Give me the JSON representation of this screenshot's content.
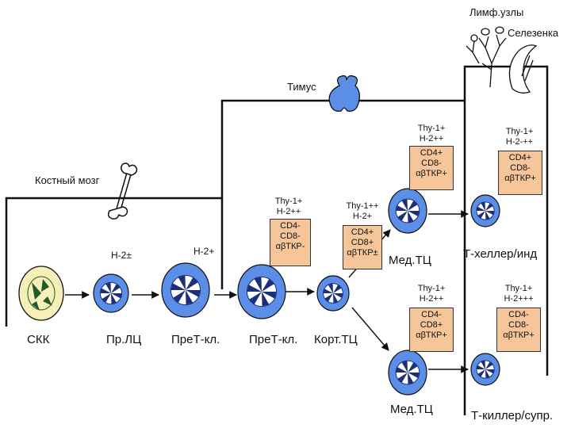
{
  "organs": {
    "lymph_nodes": "Лимф.узлы",
    "spleen": "Селезенка",
    "thymus": "Тимус",
    "bone_marrow": "Костный мозг"
  },
  "cells": {
    "skk": "СКК",
    "pr_lc": "Пр.ЛЦ",
    "pret1": "ПреТ-кл.",
    "pret2": "ПреТ-кл.",
    "kort": "Корт.ТЦ",
    "med_top": "Мед.ТЦ",
    "med_bottom": "Мед.ТЦ",
    "helper": "Т-хеллер/инд",
    "killer": "Т-киллер/супр."
  },
  "markers": {
    "h2_plusminus": "Н-2±",
    "h2_plus": "Н-2+",
    "pret": {
      "top": [
        "Thy-1+",
        "Н-2++"
      ],
      "box": [
        "CD4-",
        "CD8-",
        "αβТКР-"
      ]
    },
    "kort": {
      "top": [
        "Thy-1++",
        "Н-2+"
      ],
      "box": [
        "CD4+",
        "CD8+",
        "αβТКР±"
      ]
    },
    "med_top": {
      "top": [
        "Thy-1+",
        "Н-2++"
      ],
      "box": [
        "CD4+",
        "CD8-",
        "αβТКР+"
      ]
    },
    "helper": {
      "top": [
        "Thy-1+",
        "Н-2-++"
      ],
      "box": [
        "CD4+",
        "CD8-",
        "αβТКР+"
      ]
    },
    "med_bottom": {
      "top": [
        "Thy-1+",
        "Н-2++"
      ],
      "box": [
        "CD4-",
        "CD8+",
        "αβТКР+"
      ]
    },
    "killer": {
      "top": [
        "Thy-1+",
        "Н-2+++"
      ],
      "box": [
        "CD4-",
        "CD8-",
        "αβТКР+"
      ]
    }
  },
  "colors": {
    "cell_fill": "#5b8ee6",
    "nucleus": "#1b2f7a",
    "skk_fill": "#f4f0b8",
    "skk_nucleus": "#1f5a2a",
    "thymus_fill": "#5b8ee6",
    "box_orange": "#f6c59a"
  }
}
